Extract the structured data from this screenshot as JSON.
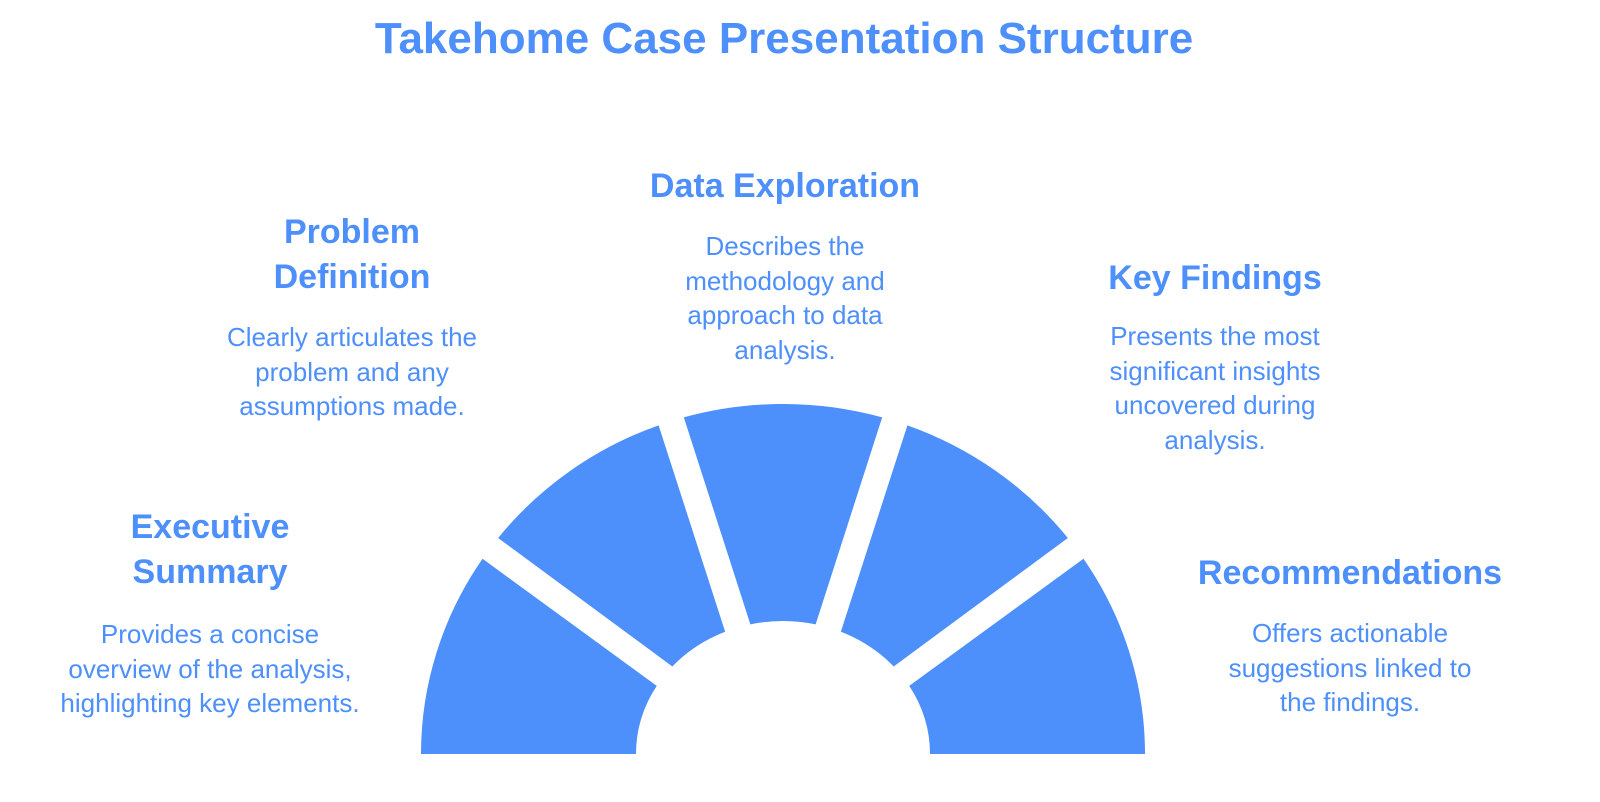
{
  "title": "Takehome Case Presentation Structure",
  "colors": {
    "accent": "#4d8ffb",
    "background": "#ffffff"
  },
  "stages": [
    {
      "heading": "Executive Summary",
      "heading_lines": [
        "Executive",
        "Summary"
      ],
      "description": "Provides a concise overview of the analysis, highlighting key elements.",
      "description_lines": [
        "Provides a concise",
        "overview of the analysis,",
        "highlighting key elements."
      ]
    },
    {
      "heading": "Problem Definition",
      "heading_lines": [
        "Problem",
        "Definition"
      ],
      "description": "Clearly articulates the problem and any assumptions made.",
      "description_lines": [
        "Clearly articulates the",
        "problem and any",
        "assumptions made."
      ]
    },
    {
      "heading": "Data Exploration",
      "heading_lines": [
        "Data Exploration"
      ],
      "description": "Describes the methodology and approach to data analysis.",
      "description_lines": [
        "Describes the",
        "methodology and",
        "approach to data",
        "analysis."
      ]
    },
    {
      "heading": "Key Findings",
      "heading_lines": [
        "Key Findings"
      ],
      "description": "Presents the most significant insights uncovered during analysis.",
      "description_lines": [
        "Presents the most",
        "significant insights",
        "uncovered during",
        "analysis."
      ]
    },
    {
      "heading": "Recommendations",
      "heading_lines": [
        "Recommendations"
      ],
      "description": "Offers actionable suggestions linked to the findings.",
      "description_lines": [
        "Offers actionable",
        "suggestions linked to",
        "the findings."
      ]
    }
  ]
}
